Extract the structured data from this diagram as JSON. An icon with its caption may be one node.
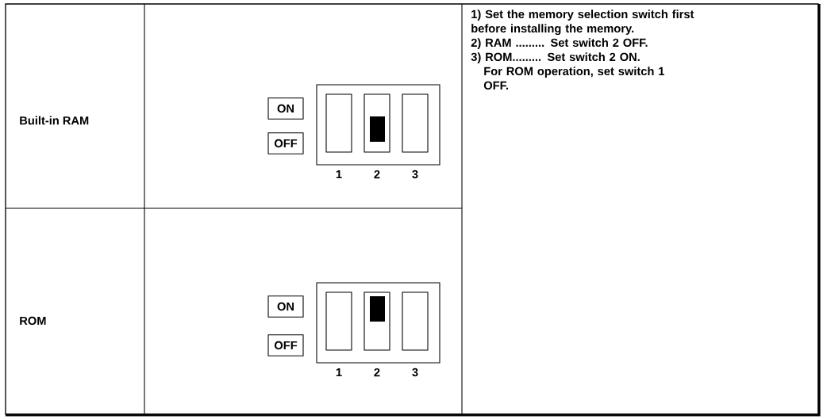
{
  "diagram": {
    "nodes": [
      {
        "text": [
          "ON"
        ]
      },
      {
        "text": [
          "OFF"
        ]
      },
      {
        "text": [
          "ON"
        ]
      },
      {
        "text": [
          "OFF"
        ]
      }
    ],
    "labels": [
      "Built-in RAM",
      "1",
      "2",
      "3",
      "1) Set the memory selection switch first before installing the memory.",
      "2) RAM ......... Set switch 2 OFF.",
      "3) ROM......... Set switch 2 ON.",
      "For ROM operation, set switch 1 OFF.",
      "ROM",
      "1",
      "2",
      "3"
    ]
  }
}
